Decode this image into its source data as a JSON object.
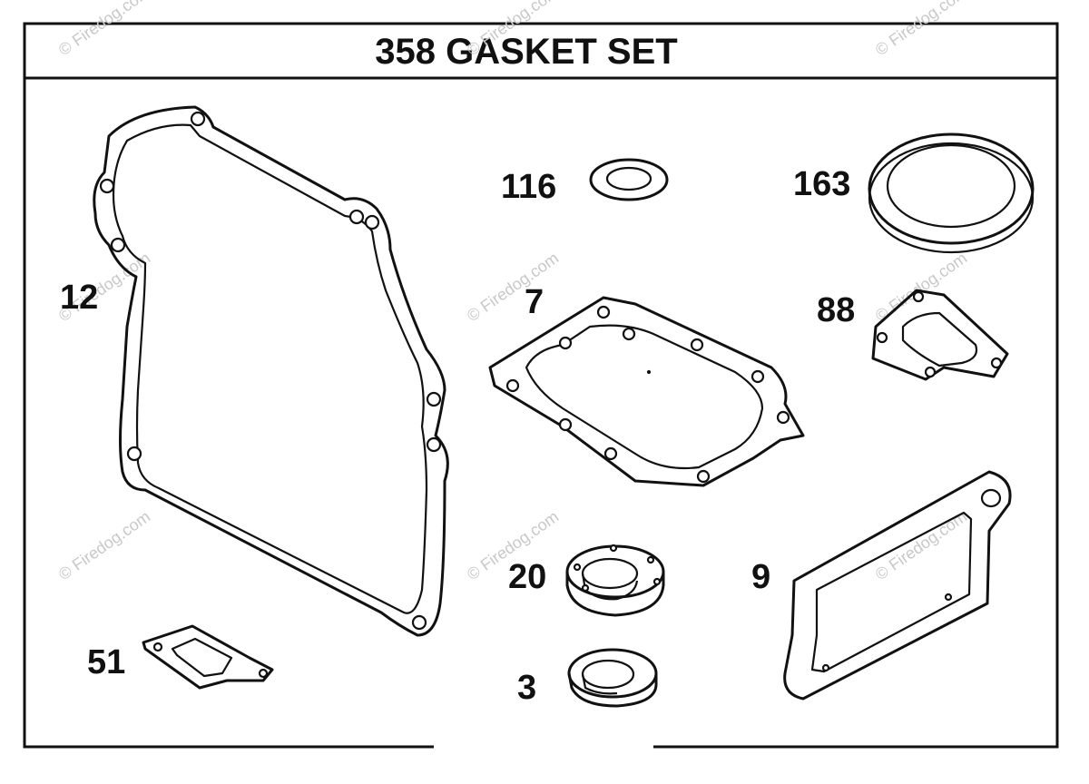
{
  "title": "358 GASKET SET",
  "parts": [
    {
      "id": "crankcase-gasket",
      "label": "12"
    },
    {
      "id": "oil-seal-small",
      "label": "116"
    },
    {
      "id": "ring-gasket",
      "label": "163"
    },
    {
      "id": "cylinder-head-gasket",
      "label": "7"
    },
    {
      "id": "intake-gasket",
      "label": "88"
    },
    {
      "id": "oil-seal-20",
      "label": "20"
    },
    {
      "id": "breather-gasket",
      "label": "9"
    },
    {
      "id": "exhaust-gasket",
      "label": "51"
    },
    {
      "id": "oil-seal-3",
      "label": "3"
    }
  ],
  "watermark": "© Firedog.com",
  "colors": {
    "ink": "#111111",
    "watermark": "#c8c8c8",
    "background": "#ffffff"
  }
}
